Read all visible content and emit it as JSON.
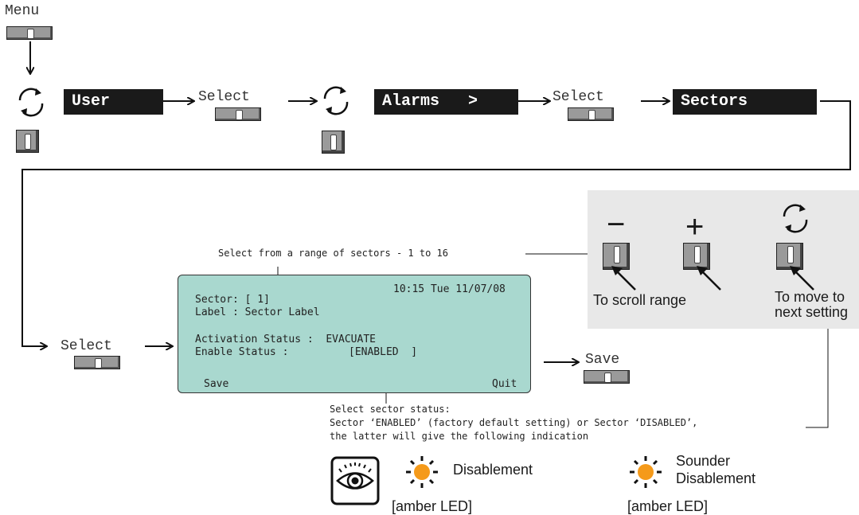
{
  "flow": {
    "menu_label": "Menu",
    "user_box": "User",
    "select_label": "Select",
    "alarms_box": "Alarms   >",
    "sectors_box": "Sectors",
    "save_label": "Save"
  },
  "lcd": {
    "datetime": "10:15 Tue 11/07/08",
    "sector_line": "Sector: [ 1]",
    "label_line": "Label : Sector Label",
    "activation_line": "Activation Status :  EVACUATE",
    "enable_label": "Enable Status :",
    "enable_value": "[ENABLED  ]",
    "softkey_left": "Save",
    "softkey_right": "Quit"
  },
  "annotations": {
    "range_note": "Select from a range of sectors - 1 to 16",
    "status_note_1": "Select sector status:",
    "status_note_2": "Sector ‘ENABLED’ (factory default setting) or Sector ‘DISABLED’,",
    "status_note_3": "the latter will give the following indication"
  },
  "panel": {
    "minus_symbol": "−",
    "plus_symbol": "+",
    "scroll_caption": "To scroll range",
    "move_caption_1": "To move to",
    "move_caption_2": "next setting"
  },
  "indicators": {
    "disablement_label": "Disablement",
    "disablement_led": "[amber LED]",
    "sounder_label_1": "Sounder",
    "sounder_label_2": "Disablement",
    "sounder_led": "[amber LED]",
    "led_color": "#f59a1a"
  },
  "icons": [
    "cycle-arrows-icon",
    "eye-icon",
    "led-sun-icon",
    "key-button-icon",
    "arrow-icon"
  ]
}
